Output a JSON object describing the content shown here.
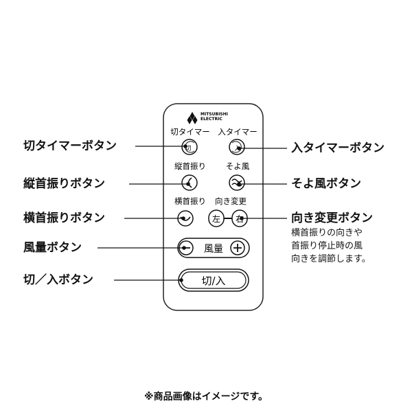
{
  "remote": {
    "brand_line1": "MITSUBISHI",
    "brand_line2": "ELECTRIC",
    "btn_labels": {
      "off_timer": "切タイマー",
      "on_timer": "入タイマー",
      "vertical_swing": "縦首振り",
      "breeze": "そよ風",
      "horizontal_swing": "横首振り",
      "direction_change": "向き変更"
    },
    "icon_text": {
      "off_timer": "切",
      "on_timer": "入",
      "left": "左",
      "right": "右",
      "fan_speed": "風量",
      "power": "切/入"
    }
  },
  "callouts": {
    "left": [
      "切タイマーボタン",
      "縦首振りボタン",
      "横首振りボタン",
      "風量ボタン",
      "切／入ボタン"
    ],
    "right": [
      "入タイマーボタン",
      "そよ風ボタン",
      "向き変更ボタン"
    ]
  },
  "note": [
    "横首振りの向きや",
    "首振り停止時の風",
    "向きを調節します。"
  ],
  "caption": "※商品画像はイメージです。"
}
